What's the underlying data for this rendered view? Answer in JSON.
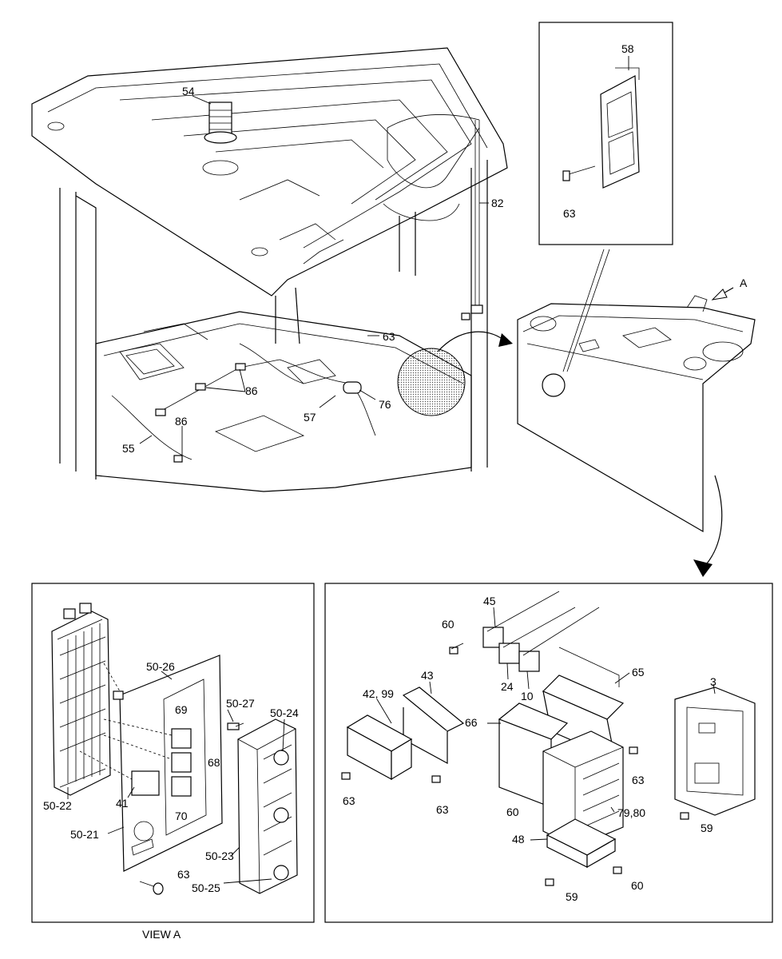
{
  "figure": {
    "view_label": "VIEW A",
    "view_arrow_label": "A"
  },
  "callouts": {
    "c54": "54",
    "c58": "58",
    "c63_inset": "63",
    "c82": "82",
    "c63_top": "63",
    "c86_a": "86",
    "c86_b": "86",
    "c55": "55",
    "c57": "57",
    "c76": "76",
    "c50_26": "50-26",
    "c50_27": "50-27",
    "c50_24": "50-24",
    "c69": "69",
    "c68": "68",
    "c70": "70",
    "c50_22": "50-22",
    "c41": "41",
    "c50_21": "50-21",
    "c50_23": "50-23",
    "c63_viewa": "63",
    "c50_25": "50-25",
    "c45": "45",
    "c60_a": "60",
    "c43": "43",
    "c42_99": "42, 99",
    "c24": "24",
    "c10": "10",
    "c65": "65",
    "c3": "3",
    "c66": "66",
    "c63_b": "63",
    "c63_c": "63",
    "c63_d": "63",
    "c60_b": "60",
    "c79_80": "79,80",
    "c59_a": "59",
    "c48": "48",
    "c60_c": "60",
    "c59_b": "59"
  }
}
